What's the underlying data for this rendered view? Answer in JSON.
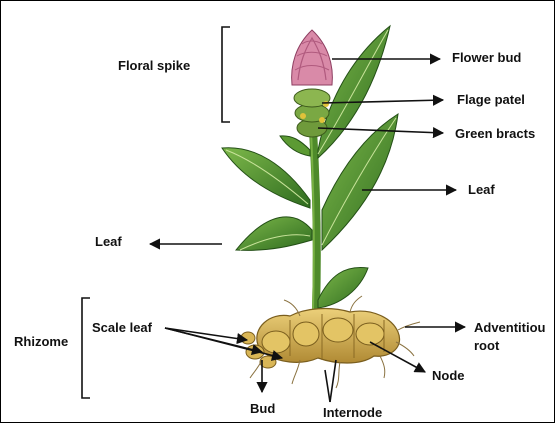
{
  "labels": {
    "floral_spike": "Floral spike",
    "flower_bud": "Flower bud",
    "flage_patel": "Flage patel",
    "green_bracts": "Green bracts",
    "leaf_right": "Leaf",
    "leaf_left": "Leaf",
    "rhizome": "Rhizome",
    "scale_leaf": "Scale leaf",
    "adventitious_root_line1": "Adventitiou",
    "adventitious_root_line2": "root",
    "node": "Node",
    "bud": "Bud",
    "internode": "Internode"
  },
  "colors": {
    "leaf_dark": "#2e6b1f",
    "leaf_light": "#6aa63a",
    "flower_pink": "#d98aa8",
    "flower_dark": "#b05a7e",
    "rhizome": "#d6b25a",
    "rhizome_shadow": "#a07f2e",
    "arrow": "#111111"
  },
  "icons": [
    "turmeric-plant-illustration"
  ]
}
